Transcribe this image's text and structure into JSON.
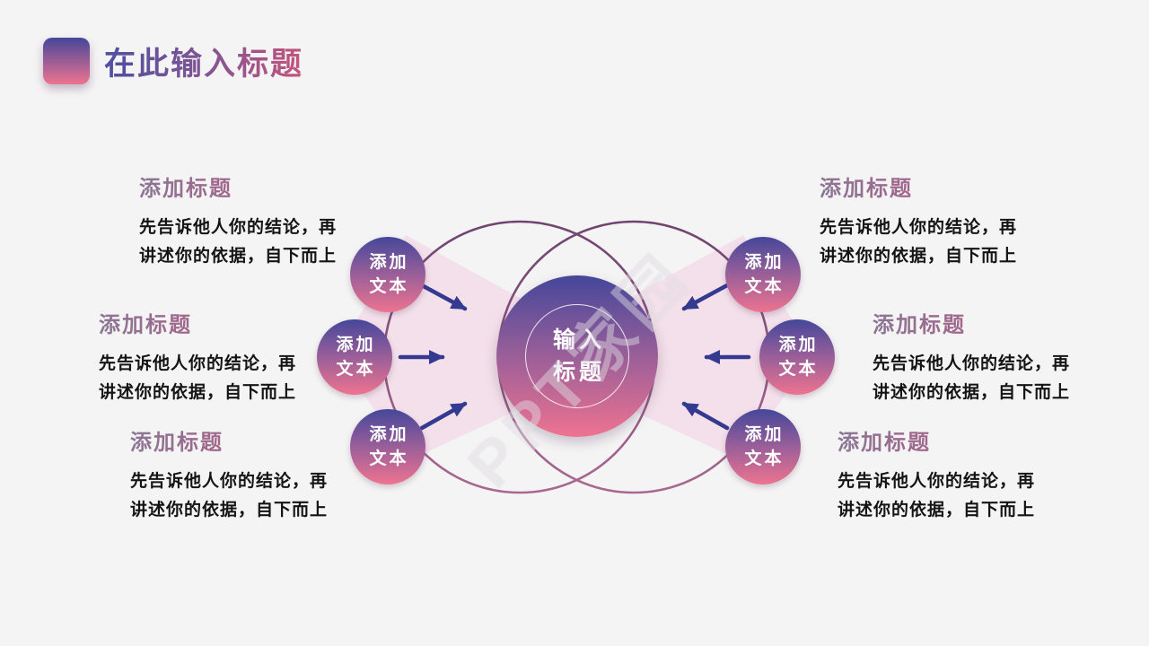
{
  "slide": {
    "title": "在此输入标题"
  },
  "watermark": {
    "text": "PPT家园"
  },
  "center": {
    "line1": "输入",
    "line2": "标题"
  },
  "nodes": [
    {
      "line1": "添加",
      "line2": "文本"
    },
    {
      "line1": "添加",
      "line2": "文本"
    },
    {
      "line1": "添加",
      "line2": "文本"
    },
    {
      "line1": "添加",
      "line2": "文本"
    },
    {
      "line1": "添加",
      "line2": "文本"
    },
    {
      "line1": "添加",
      "line2": "文本"
    }
  ],
  "blocks": {
    "left": [
      {
        "title": "添加标题",
        "line1": "先告诉他人你的结论，再",
        "line2": "讲述你的依据，自下而上"
      },
      {
        "title": "添加标题",
        "line1": "先告诉他人你的结论，再",
        "line2": "讲述你的依据，自下而上"
      },
      {
        "title": "添加标题",
        "line1": "先告诉他人你的结论，再",
        "line2": "讲述你的依据，自下而上"
      }
    ],
    "right": [
      {
        "title": "添加标题",
        "line1": "先告诉他人你的结论，再",
        "line2": "讲述你的依据，自下而上"
      },
      {
        "title": "添加标题",
        "line1": "先告诉他人你的结论，再",
        "line2": "讲述你的依据，自下而上"
      },
      {
        "title": "添加标题",
        "line1": "先告诉他人你的结论，再",
        "line2": "讲述你的依据，自下而上"
      }
    ]
  },
  "colors": {
    "bg": "#f5f4f4",
    "accent-top": "#45479a",
    "accent-mid": "#9a5f99",
    "accent-bottom": "#ee7390",
    "arrow": "#333a8f",
    "ring-top": "#6f4470",
    "ring-bottom": "#a86890",
    "wedge": "#f3dde8",
    "title-a": "#4e4fa0",
    "title-b": "#865592",
    "title-c": "#c4547c",
    "header-a": "#8b7795",
    "header-b": "#bb5380"
  }
}
